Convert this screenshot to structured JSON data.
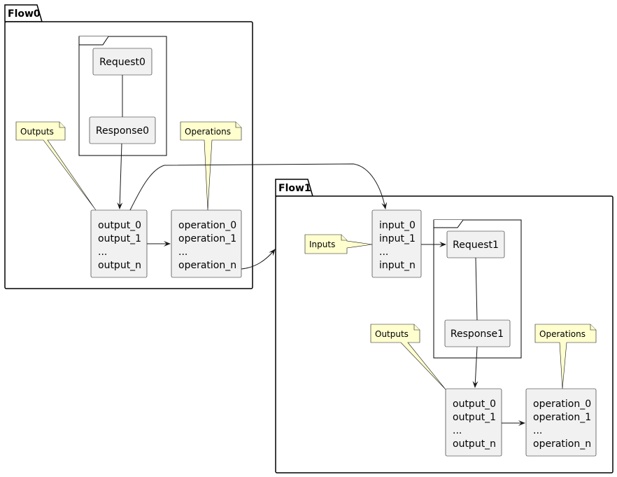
{
  "flow0": {
    "title": "Flow0",
    "request": "Request0",
    "response": "Response0",
    "outputs": [
      "output_0",
      "output_1",
      "...",
      "output_n"
    ],
    "operations": [
      "operation_0",
      "operation_1",
      "...",
      "operation_n"
    ],
    "note_outputs": "Outputs",
    "note_operations": "Operations"
  },
  "flow1": {
    "title": "Flow1",
    "request": "Request1",
    "response": "Response1",
    "inputs": [
      "input_0",
      "input_1",
      "...",
      "input_n"
    ],
    "outputs": [
      "output_0",
      "output_1",
      "...",
      "output_n"
    ],
    "operations": [
      "operation_0",
      "operation_1",
      "...",
      "operation_n"
    ],
    "note_inputs": "Inputs",
    "note_outputs": "Outputs",
    "note_operations": "Operations"
  }
}
